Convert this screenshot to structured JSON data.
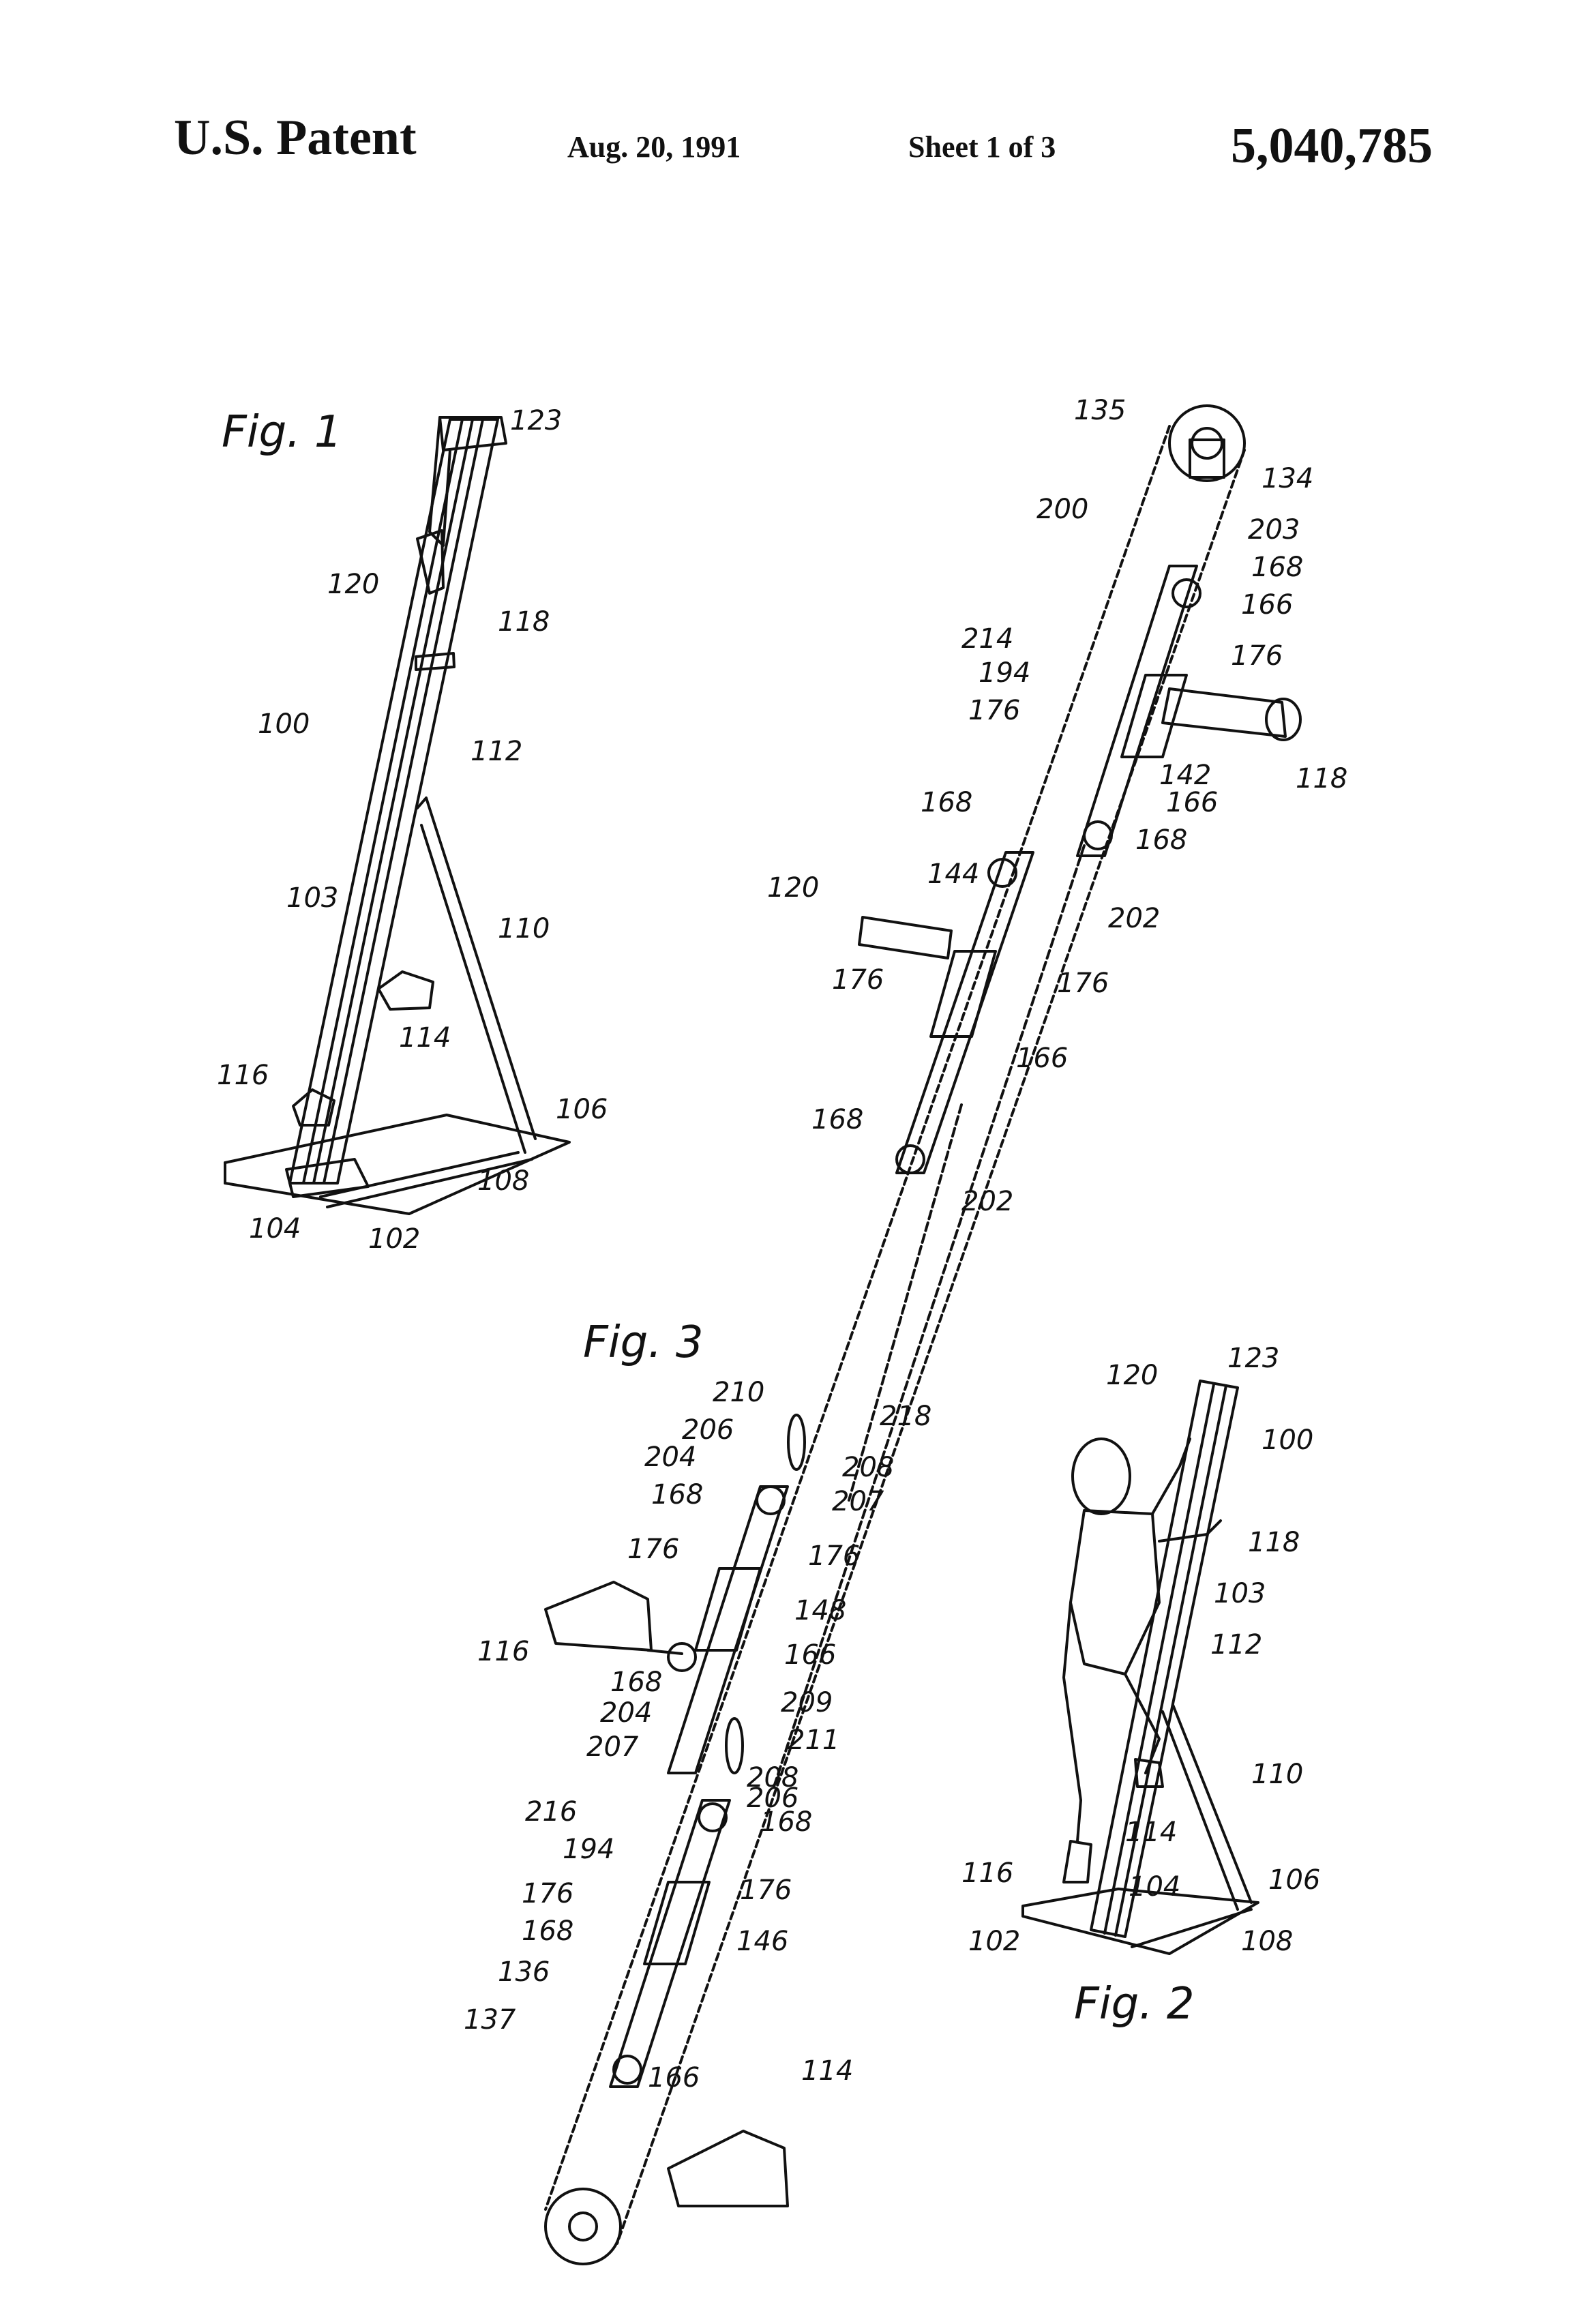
{
  "header": {
    "office": "U.S. Patent",
    "date": "Aug. 20, 1991",
    "sheet": "Sheet 1 of 3",
    "patent_number": "5,040,785"
  },
  "figures": {
    "fig1": {
      "label": "Fig. 1",
      "refs": [
        "123",
        "120",
        "118",
        "100",
        "112",
        "103",
        "110",
        "114",
        "116",
        "106",
        "108",
        "104",
        "102"
      ]
    },
    "fig2": {
      "label": "Fig. 2",
      "refs": [
        "123",
        "120",
        "100",
        "118",
        "103",
        "112",
        "110",
        "114",
        "116",
        "104",
        "106",
        "102",
        "108"
      ]
    },
    "fig3": {
      "label": "Fig. 3",
      "refs": [
        "135",
        "134",
        "200",
        "203",
        "168",
        "166",
        "214",
        "176",
        "194",
        "176",
        "142",
        "118",
        "166",
        "168",
        "168",
        "144",
        "120",
        "202",
        "176",
        "176",
        "166",
        "168",
        "202",
        "210",
        "218",
        "206",
        "208",
        "204",
        "168",
        "207",
        "176",
        "176",
        "148",
        "116",
        "166",
        "168",
        "209",
        "204",
        "211",
        "207",
        "208",
        "206",
        "216",
        "168",
        "194",
        "176",
        "176",
        "168",
        "146",
        "136",
        "137",
        "166",
        "114"
      ]
    }
  }
}
